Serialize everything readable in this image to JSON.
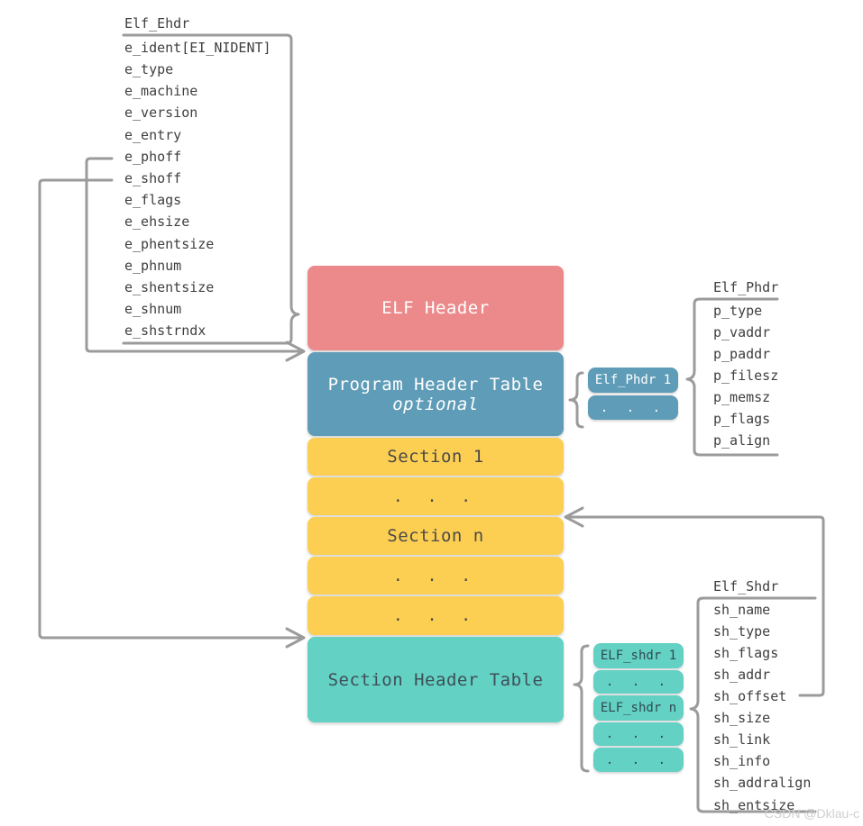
{
  "elf_ehdr": {
    "title": "Elf_Ehdr",
    "fields": [
      "e_ident[EI_NIDENT]",
      "e_type",
      "e_machine",
      "e_version",
      "e_entry",
      "e_phoff",
      "e_shoff",
      "e_flags",
      "e_ehsize",
      "e_phentsize",
      "e_phnum",
      "e_shentsize",
      "e_shnum",
      "e_shstrndx"
    ]
  },
  "file_layout": {
    "elf_header": "ELF Header",
    "program_header_table": "Program Header Table",
    "program_header_table_note": "optional",
    "section_1": "Section 1",
    "ellipsis": ". . .",
    "section_n": "Section n",
    "section_header_table": "Section Header Table"
  },
  "elf_phdr": {
    "title": "Elf_Phdr",
    "fields": [
      "p_type",
      "p_vaddr",
      "p_paddr",
      "p_filesz",
      "p_memsz",
      "p_flags",
      "p_align"
    ],
    "entries": [
      "Elf_Phdr 1",
      ". . ."
    ]
  },
  "elf_shdr": {
    "title": "Elf_Shdr",
    "fields": [
      "sh_name",
      "sh_type",
      "sh_flags",
      "sh_addr",
      "sh_offset",
      "sh_size",
      "sh_link",
      "sh_info",
      "sh_addralign",
      "sh_entsize"
    ],
    "entries": [
      "ELF_shdr 1",
      ". . .",
      "ELF_shdr n",
      ". . .",
      ". . ."
    ]
  },
  "watermark": "CSDN @Dklau-c",
  "colors": {
    "elf_header": "#ec8a8b",
    "program_header_table": "#5f9cb7",
    "section": "#fcce52",
    "section_header_table": "#63d1c4",
    "connector": "#9b9b9b"
  }
}
